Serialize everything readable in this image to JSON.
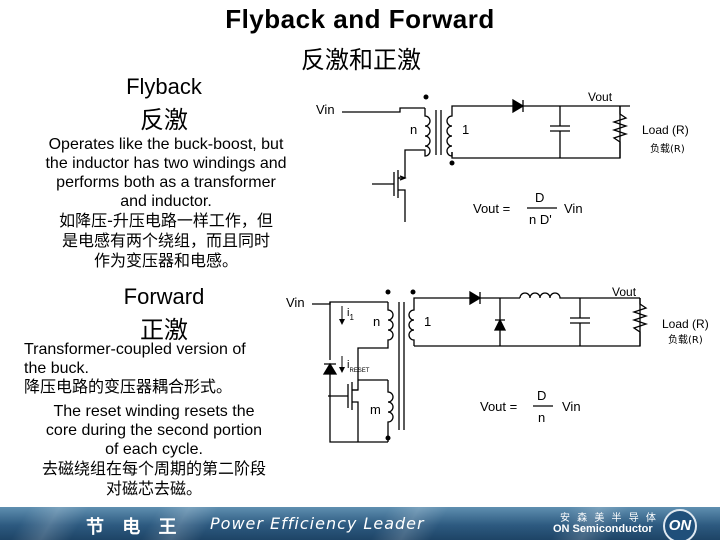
{
  "slide": {
    "title": "Flyback and Forward",
    "subtitle": "反激和正激"
  },
  "flyback": {
    "heading_en": "Flyback",
    "heading_zh": "反激",
    "desc_en": [
      "Operates like the buck-boost, but",
      "the inductor has two windings and",
      "performs both as a transformer",
      "and inductor."
    ],
    "desc_zh": [
      "如降压-升压电路一样工作，但",
      "是电感有两个绕组，而且同时",
      "作为变压器和电感。"
    ]
  },
  "forward": {
    "heading_en": "Forward",
    "heading_zh": "正激",
    "desc_en": [
      "Transformer-coupled version of",
      "the buck."
    ],
    "desc_zh_1": "降压电路的变压器耦合形式。",
    "desc_en_2": [
      "The reset winding resets the",
      "core during the second portion",
      "of each cycle."
    ],
    "desc_zh_2": [
      "去磁绕组在每个周期的第二阶段",
      "对磁芯去磁。"
    ]
  },
  "flyback_circuit": {
    "vin": "Vin",
    "vout": "Vout",
    "turns_primary": "n",
    "turns_secondary": "1",
    "load_en": "Load (R)",
    "load_zh": "负载(R)",
    "formula_lhs": "Vout =",
    "formula_num": "D",
    "formula_den": "n D'",
    "formula_rhs": "Vin"
  },
  "forward_circuit": {
    "vin": "Vin",
    "vout": "Vout",
    "i1_main": "i",
    "i1_sub": "1",
    "ireset_main": "i",
    "ireset_sub": "RESET",
    "turns_primary": "n",
    "turns_secondary": "1",
    "turns_reset": "m",
    "load_en": "Load (R)",
    "load_zh": "负载(R)",
    "formula_lhs": "Vout =",
    "formula_num": "D",
    "formula_den": "n",
    "formula_rhs": "Vin"
  },
  "footer": {
    "brand_cn": "节  电  王",
    "tagline": "Power Efficiency Leader",
    "company_cn": "安 森 美 半 导 体",
    "company_en": "ON Semiconductor",
    "logo_text": "ON",
    "colors": {
      "bar": "#2d5a80",
      "logo": "#1f4f7a"
    }
  }
}
